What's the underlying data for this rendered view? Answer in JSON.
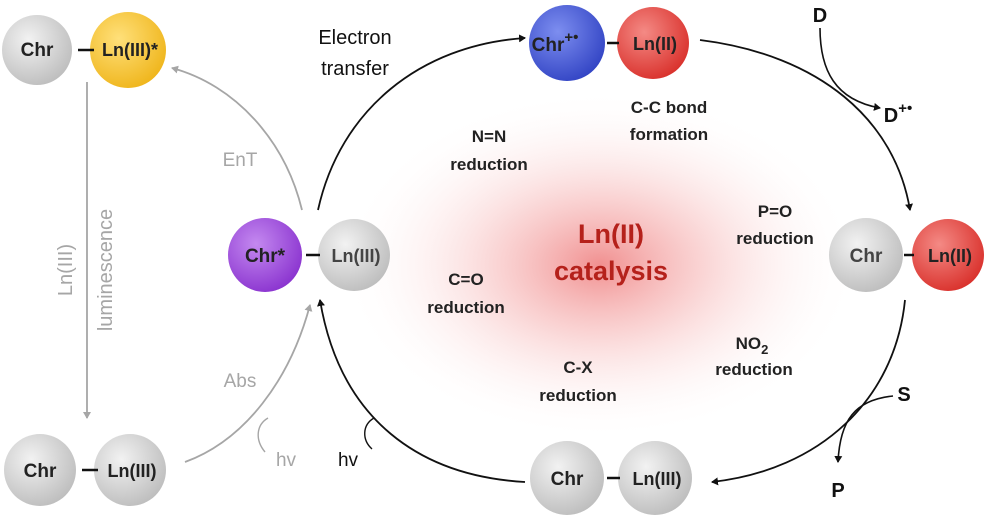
{
  "center": {
    "line1": "Ln(II)",
    "line2": "catalysis"
  },
  "molecules": {
    "top_left": {
      "left": "Chr",
      "right": "Ln(III)*"
    },
    "mid_left": {
      "left": "Chr*",
      "right": "Ln(III)"
    },
    "bottom_left": {
      "left": "Chr",
      "right": "Ln(III)"
    },
    "top_center": {
      "left": "Chr",
      "left_sup": "+•",
      "right": "Ln(II)"
    },
    "right": {
      "left": "Chr",
      "right": "Ln(II)"
    },
    "bottom_center": {
      "left": "Chr",
      "right": "Ln(III)"
    }
  },
  "labels": {
    "electron_transfer_1": "Electron",
    "electron_transfer_2": "transfer",
    "ent": "EnT",
    "luminescence_1": "Ln(III)",
    "luminescence_2": "luminescence",
    "abs": "Abs",
    "hv_gray": "hv",
    "hv_black": "hv",
    "donor": "D",
    "donor_ox": "D",
    "donor_ox_sup": "+•",
    "substrate": "S",
    "product": "P"
  },
  "reactions": {
    "nn_1": "N=N",
    "nn_2": "reduction",
    "cc_1": "C-C bond",
    "cc_2": "formation",
    "co_1": "C=O",
    "co_2": "reduction",
    "po_1": "P=O",
    "po_2": "reduction",
    "no2_1": "NO",
    "no2_sub": "2",
    "no2_2": "reduction",
    "cx_1": "C-X",
    "cx_2": "reduction"
  },
  "colors": {
    "gray_sphere": "#d9d9d9",
    "yellow_sphere": "#f7c72c",
    "purple_sphere": "#9a45d8",
    "blue_sphere": "#4a5fd3",
    "red_sphere": "#e2453f",
    "gray_path": "#a6a6a6",
    "glow": "#f4a3a3"
  }
}
